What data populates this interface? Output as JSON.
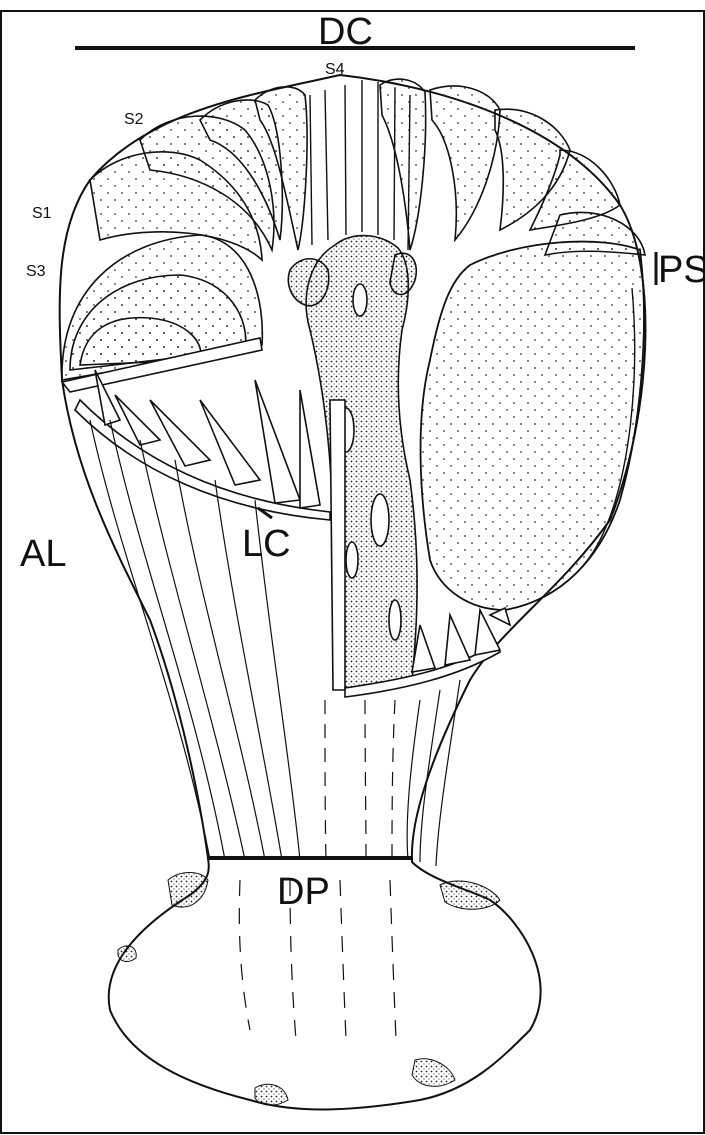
{
  "figure": {
    "labels": {
      "dc": "DC",
      "s4": "S4",
      "s2": "S2",
      "s1": "S1",
      "s3": "S3",
      "ps": "PS",
      "al": "AL",
      "lc": "LC",
      "dp": "DP"
    }
  }
}
